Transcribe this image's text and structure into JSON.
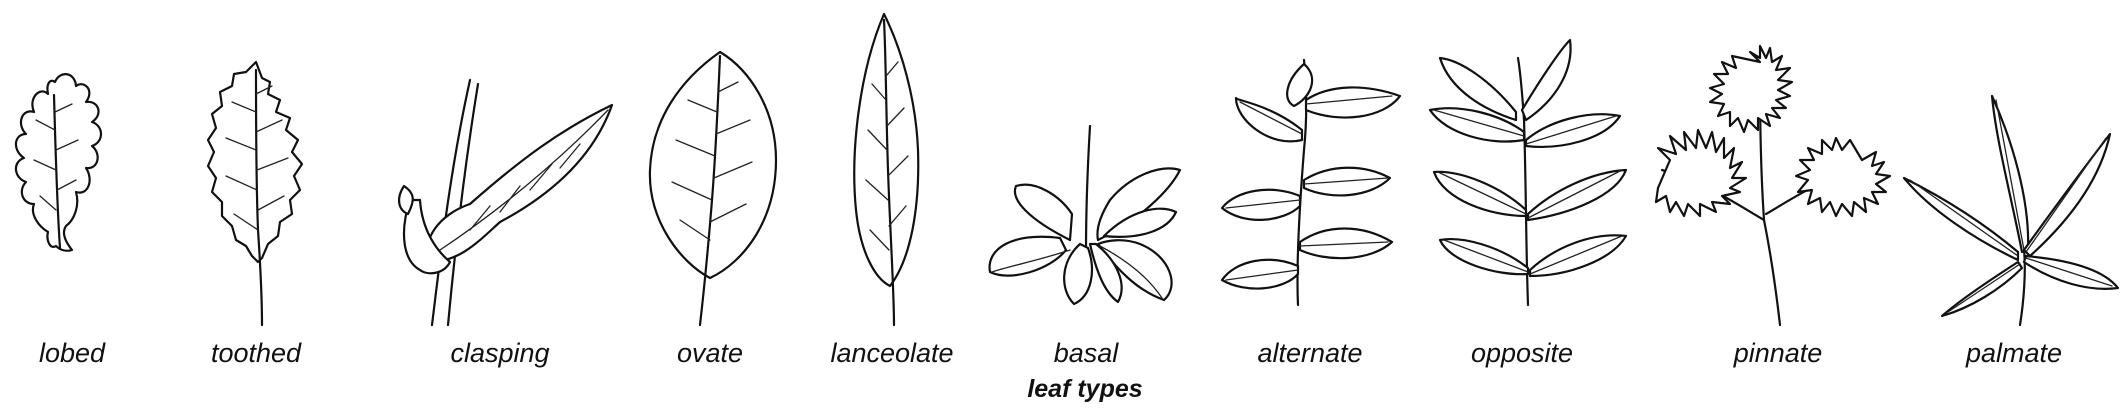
{
  "figure": {
    "caption": "leaf types",
    "items": [
      {
        "label": "lobed",
        "icon": "lobed-leaf-icon"
      },
      {
        "label": "toothed",
        "icon": "toothed-leaf-icon"
      },
      {
        "label": "clasping",
        "icon": "clasping-leaf-icon"
      },
      {
        "label": "ovate",
        "icon": "ovate-leaf-icon"
      },
      {
        "label": "lanceolate",
        "icon": "lanceolate-leaf-icon"
      },
      {
        "label": "basal",
        "icon": "basal-leaves-icon"
      },
      {
        "label": "alternate",
        "icon": "alternate-leaves-icon"
      },
      {
        "label": "opposite",
        "icon": "opposite-leaves-icon"
      },
      {
        "label": "pinnate",
        "icon": "pinnate-leaves-icon"
      },
      {
        "label": "palmate",
        "icon": "palmate-leaves-icon"
      }
    ]
  }
}
